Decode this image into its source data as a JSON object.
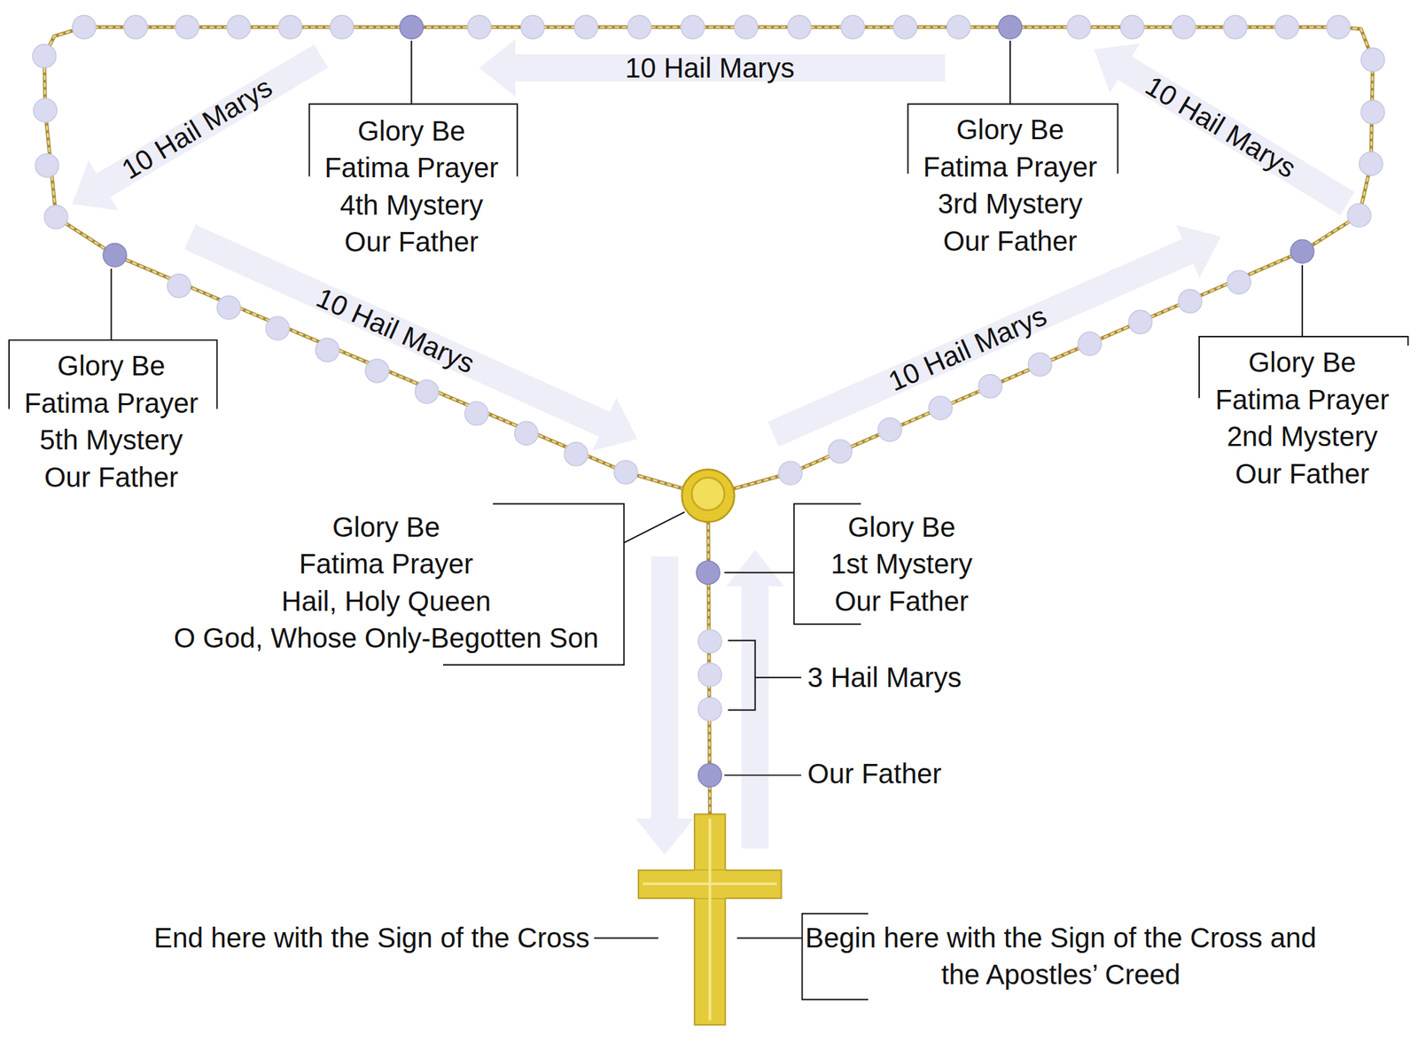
{
  "diagram": {
    "nodes": [
      {
        "text": [
          "Glory Be",
          "Fatima Prayer",
          "4th Mystery",
          "Our Father"
        ]
      },
      {
        "text": [
          "Glory Be",
          "Fatima Prayer",
          "3rd Mystery",
          "Our Father"
        ]
      },
      {
        "text": [
          "Glory Be",
          "Fatima Prayer",
          "5th Mystery",
          "Our Father"
        ]
      },
      {
        "text": [
          "Glory Be",
          "Fatima Prayer",
          "2nd Mystery",
          "Our Father"
        ]
      },
      {
        "text": [
          "Glory Be",
          "Fatima Prayer",
          "Hail, Holy Queen",
          "O God, Whose Only-Begotten Son"
        ]
      },
      {
        "text": [
          "Glory Be",
          "1st Mystery",
          "Our Father"
        ]
      },
      {
        "text": [
          "Begin here with the Sign of the Cross and the Apostles’ Creed"
        ]
      }
    ],
    "labels": [
      "10 Hail Marys",
      "10 Hail Marys",
      "10 Hail Marys",
      "10 Hail Marys",
      "10 Hail Marys",
      "3 Hail Marys",
      "Our Father",
      "End here with the Sign of the Cross"
    ]
  }
}
